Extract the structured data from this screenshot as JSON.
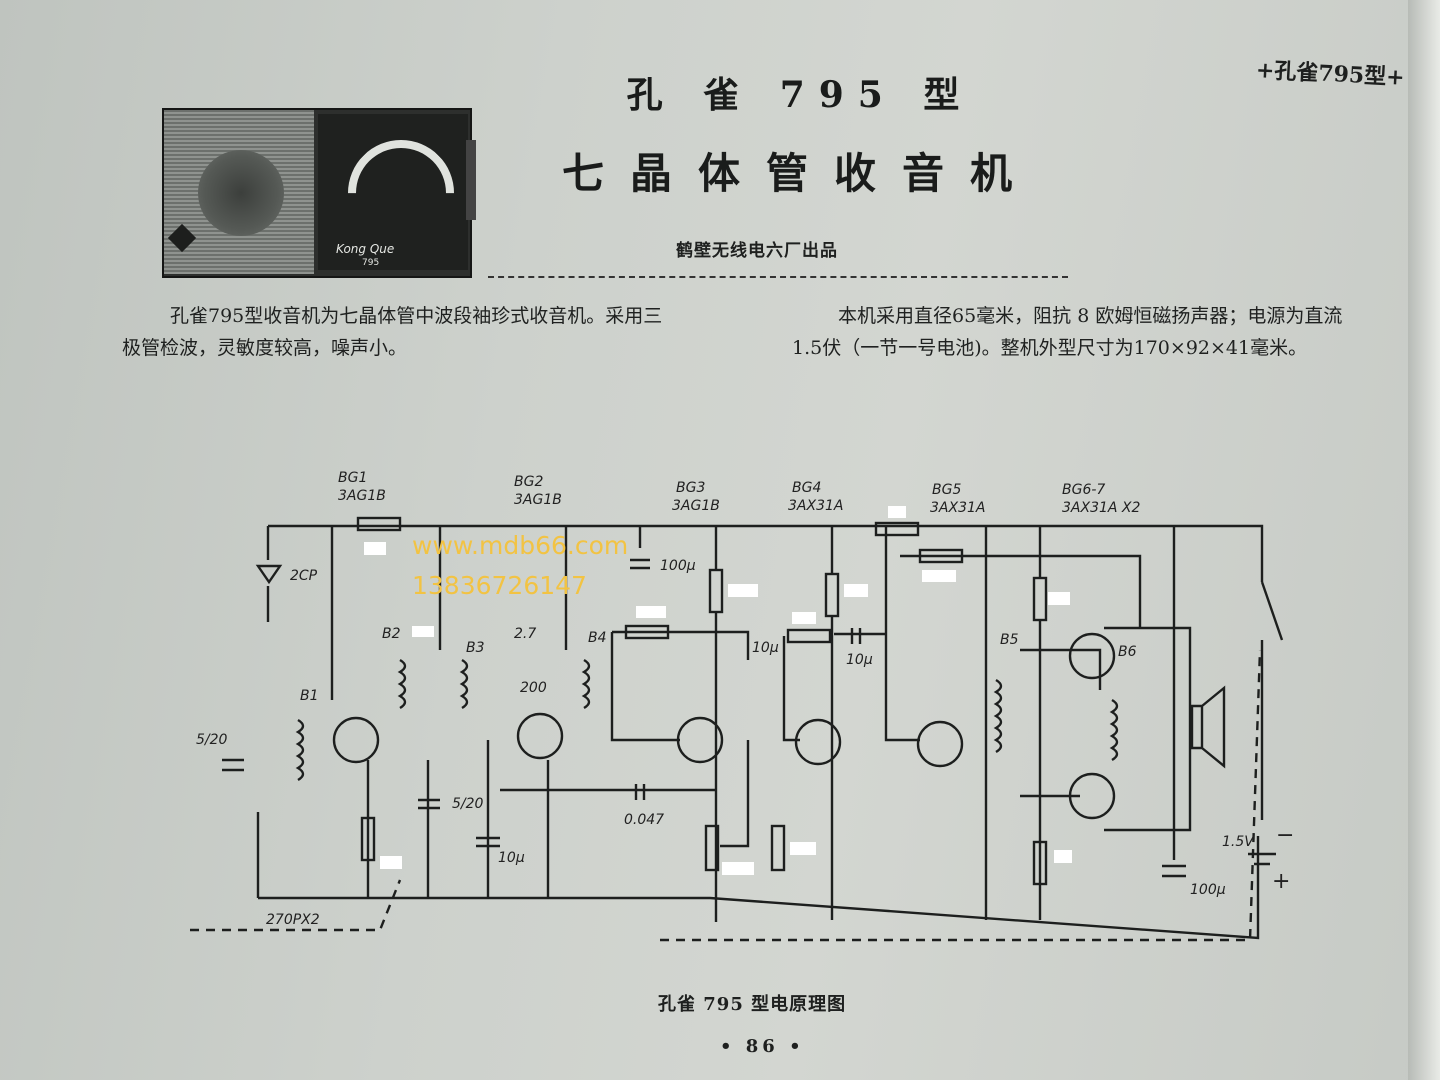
{
  "header": {
    "title_line1": "孔 雀 795 型",
    "title_line2": "七晶体管收音机",
    "maker": "鹤壁无线电六厂出品",
    "running_head": "+孔雀795型+"
  },
  "radio_photo": {
    "brand": "Kong  Que",
    "model": "795"
  },
  "body": {
    "para1_line1": "孔雀795型收音机为七晶体管中波段袖珍式收音机。采用三",
    "para1_line2": "极管检波，灵敏度较高，噪声小。",
    "para2_line1": "本机采用直径65毫米，阻抗 8 欧姆恒磁扬声器；电源为直流",
    "para2_line2": "1.5伏（一节一号电池)。整机外型尺寸为170×92×41毫米。"
  },
  "watermark": {
    "url": "www.mdb66.com",
    "phone": "13836726147"
  },
  "schematic": {
    "transistors": [
      {
        "ref": "BG1",
        "type": "3AG1B"
      },
      {
        "ref": "BG2",
        "type": "3AG1B"
      },
      {
        "ref": "BG3",
        "type": "3AG1B"
      },
      {
        "ref": "BG4",
        "type": "3AX31A"
      },
      {
        "ref": "BG5",
        "type": "3AX31A"
      },
      {
        "ref": "BG6-7",
        "type": "3AX31A X2"
      }
    ],
    "labels": {
      "diode": "2CP",
      "b1": "B1",
      "b2": "B2",
      "b3": "B3",
      "b4": "B4",
      "b5": "B5",
      "b6": "B6",
      "trimmer_left": "5/20",
      "trimmer_osc": "5/20",
      "c27": "2.7",
      "c200": "200",
      "c100u_top": "100μ",
      "c10u_bg3": "10μ",
      "c10u_bg4": "10μ",
      "c10u_b3": "10μ",
      "c0047": "0.047",
      "c100u_out": "100μ",
      "gang_cap": "270PX2",
      "battery": "1.5V",
      "batt_minus": "−",
      "batt_plus": "+"
    }
  },
  "footer": {
    "caption": "孔雀 795 型电原理图",
    "page": "• 86 •"
  }
}
